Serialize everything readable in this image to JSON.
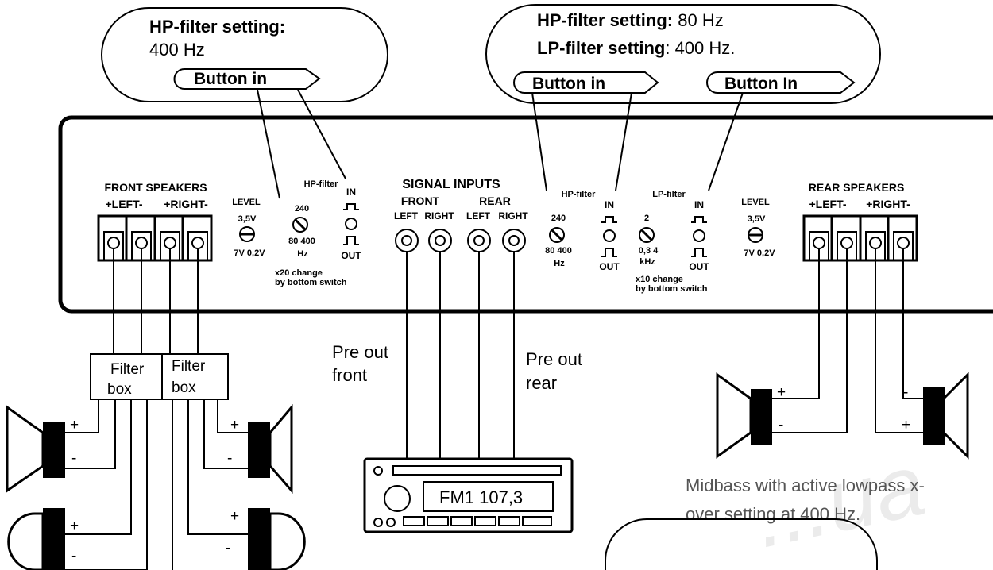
{
  "callouts": {
    "left": {
      "line1_bold": "HP-filter setting:",
      "line2": "400 Hz",
      "button": "Button in"
    },
    "right": {
      "line1_bold": "HP-filter setting:",
      "line1_rest": " 80 Hz",
      "line2_bold": "LP-filter setting",
      "line2_rest": ": 400 Hz.",
      "button_a": "Button in",
      "button_b": "Button In"
    }
  },
  "amp": {
    "front_speakers": {
      "title": "FRONT SPEAKERS",
      "left": "+LEFT-",
      "right": "+RIGHT-"
    },
    "level_front": {
      "label": "LEVEL",
      "top": "3,5V",
      "bottom": "7V  0,2V"
    },
    "hp_filter_front": {
      "label": "HP-filter",
      "in": "IN",
      "out": "OUT",
      "top": "240",
      "range": "80  400",
      "unit": "Hz",
      "note1": "x20 change",
      "note2": "by bottom switch"
    },
    "signal_inputs": {
      "title": "SIGNAL INPUTS",
      "front": "FRONT",
      "rear": "REAR",
      "left": "LEFT",
      "right": "RIGHT"
    },
    "hp_filter_rear": {
      "label": "HP-filter",
      "in": "IN",
      "out": "OUT",
      "top": "240",
      "range": "80  400",
      "unit": "Hz"
    },
    "lp_filter_rear": {
      "label": "LP-filter",
      "in": "IN",
      "out": "OUT",
      "top": "2",
      "range": "0,3      4",
      "unit": "kHz",
      "note1": "x10 change",
      "note2": "by bottom switch"
    },
    "level_rear": {
      "label": "LEVEL",
      "top": "3,5V",
      "bottom": "7V  0,2V"
    },
    "rear_speakers": {
      "title": "REAR SPEAKERS",
      "left": "+LEFT-",
      "right": "+RIGHT-"
    }
  },
  "filter_box": {
    "line1": "Filter",
    "line2": "box"
  },
  "pre_out": {
    "front1": "Pre out",
    "front2": "front",
    "rear1": "Pre out",
    "rear2": "rear"
  },
  "head_unit": {
    "display": "FM1 107,3"
  },
  "polarity": {
    "plus": "+",
    "minus": "-"
  },
  "midbass_note": {
    "line1": "Midbass with active lowpass x-",
    "line2": "over setting at 400 Hz."
  },
  "watermark": "...ua",
  "colors": {
    "ink": "#000000",
    "panel": "#d9d9d9",
    "watermark": "#ebebeb"
  }
}
